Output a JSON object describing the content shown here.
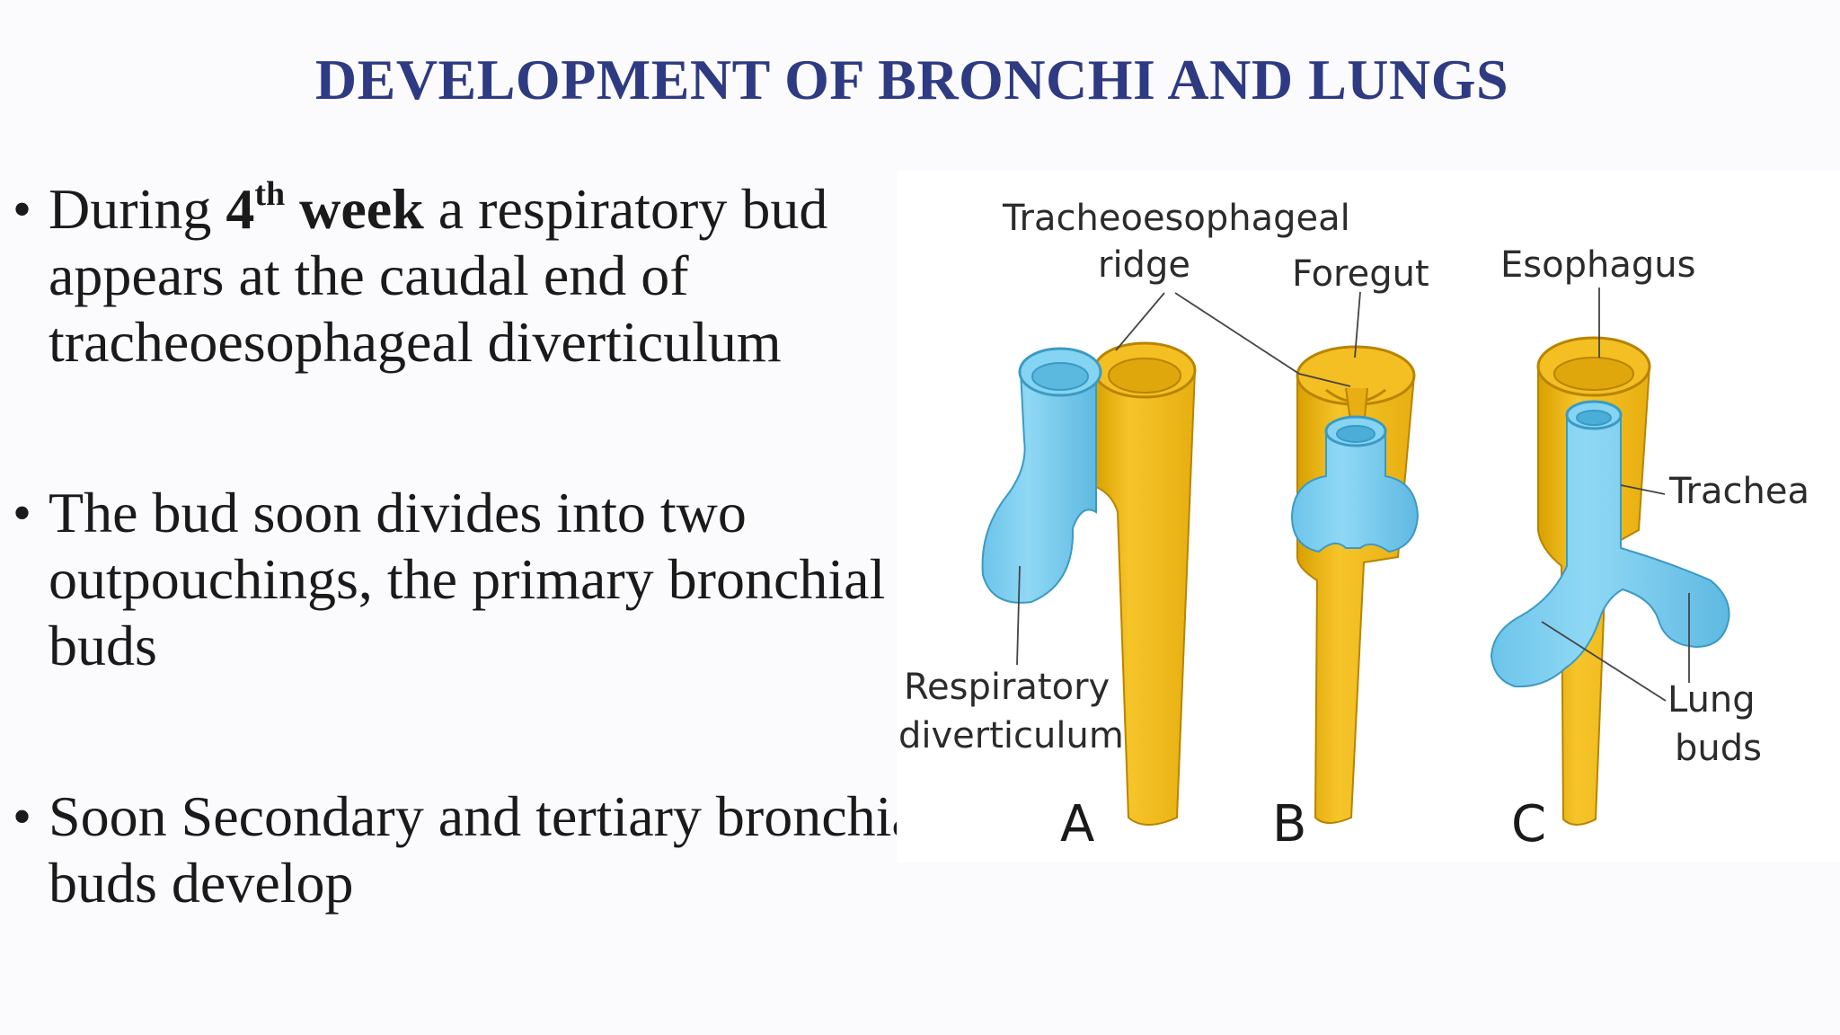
{
  "title": "DEVELOPMENT OF BRONCHI  AND LUNGS",
  "bullets": [
    {
      "pre": "During ",
      "bold_num": "4",
      "sup": "th",
      "bold_word": " week",
      "post": " a respiratory bud appears at the caudal end of tracheoesophageal diverticulum"
    },
    {
      "text": "The bud soon divides into two outpouchings, the primary bronchial buds"
    },
    {
      "text": "Soon Secondary and tertiary bronchial buds develop"
    }
  ],
  "figure": {
    "labels": {
      "ridge_line1": "Tracheoesophageal",
      "ridge_line2": "ridge",
      "foregut": "Foregut",
      "esophagus": "Esophagus",
      "trachea": "Trachea",
      "resp_line1": "Respiratory",
      "resp_line2": "diverticulum",
      "lung_line1": "Lung",
      "lung_line2": "buds"
    },
    "panels": [
      "A",
      "B",
      "C"
    ],
    "colors": {
      "foregut_yellow": "#f2bd1d",
      "foregut_dark": "#c99200",
      "bud_blue": "#7fd0f0",
      "bud_dark": "#3fa3cc"
    }
  }
}
